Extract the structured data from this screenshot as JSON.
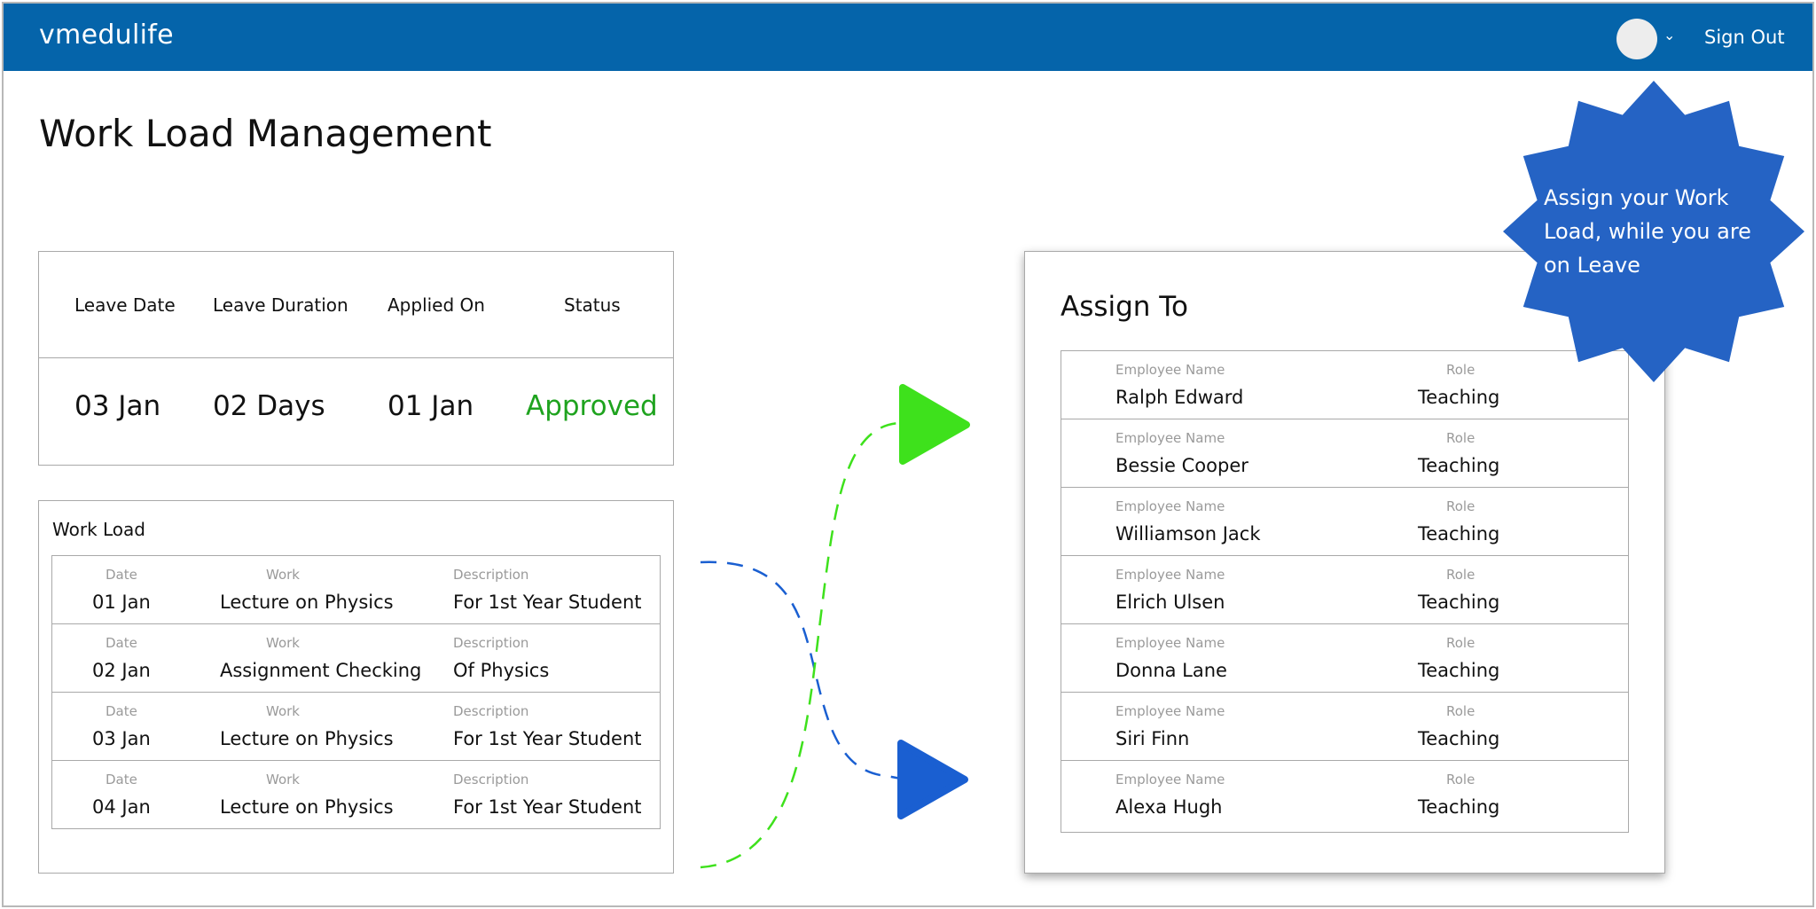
{
  "app": {
    "logo": "vmedulife",
    "sign_out": "Sign Out"
  },
  "page": {
    "title": "Work Load Management"
  },
  "leave": {
    "headers": [
      "Leave Date",
      "Leave Duration",
      "Applied On",
      "Status"
    ],
    "values": [
      "03 Jan",
      "02 Days",
      "01 Jan",
      "Approved"
    ],
    "status_color": "#1fa31f"
  },
  "workload": {
    "title": "Work Load",
    "col_labels": {
      "date": "Date",
      "work": "Work",
      "description": "Description"
    },
    "rows": [
      {
        "date": "01 Jan",
        "work": "Lecture on Physics",
        "description": "For 1st Year Student"
      },
      {
        "date": "02 Jan",
        "work": "Assignment Checking",
        "description": "Of Physics"
      },
      {
        "date": "03 Jan",
        "work": "Lecture on Physics",
        "description": "For 1st Year Student"
      },
      {
        "date": "04 Jan",
        "work": "Lecture on Physics",
        "description": "For 1st Year Student"
      }
    ]
  },
  "assign": {
    "title": "Assign To",
    "col_labels": {
      "name": "Employee Name",
      "role": "Role"
    },
    "rows": [
      {
        "name": "Ralph Edward",
        "role": "Teaching"
      },
      {
        "name": "Bessie Cooper",
        "role": "Teaching"
      },
      {
        "name": "Williamson Jack",
        "role": "Teaching"
      },
      {
        "name": "Elrich Ulsen",
        "role": "Teaching"
      },
      {
        "name": "Donna Lane",
        "role": "Teaching"
      },
      {
        "name": "Siri Finn",
        "role": "Teaching"
      },
      {
        "name": "Alexa Hugh",
        "role": "Teaching"
      }
    ]
  },
  "callout": {
    "text": "Assign your Work Load, while you are on Leave"
  },
  "colors": {
    "header_bg": "#0564aa",
    "badge_bg": "#2563c4",
    "green_arrow": "#3ee11c",
    "blue_arrow": "#1a5fd1"
  },
  "icons": {
    "avatar": "user-avatar-icon",
    "dropdown": "chevron-down-icon",
    "arrow_green": "play-triangle-icon",
    "arrow_blue": "play-triangle-icon"
  }
}
